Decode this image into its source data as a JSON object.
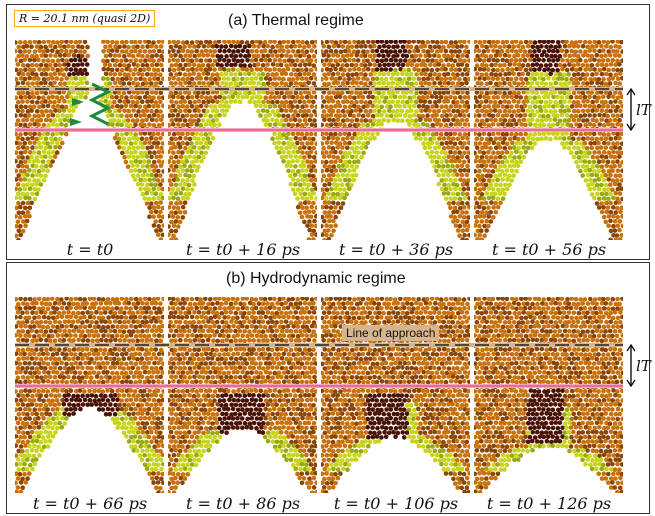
{
  "figure": {
    "radius_label": "R = 20.1 nm (quasi 2D)",
    "panel_a": {
      "title": "(a) Thermal regime",
      "times": [
        "t = t0",
        "t = t0 + 16 ps",
        "t = t0 + 36 ps",
        "t = t0 + 56 ps"
      ]
    },
    "panel_b": {
      "title": "(b) Hydrodynamic regime",
      "times": [
        "t = t0 + 66 ps",
        "t = t0 + 86 ps",
        "t = t0 + 106 ps",
        "t = t0 + 126 ps"
      ],
      "annotation": "Line of approach"
    },
    "thickness_label": "lT"
  },
  "colors": {
    "bulk": "#c8700a",
    "bulk_dark": "#8a4404",
    "core": "#4a1204",
    "shell": "#c8d41a",
    "dashed_line": "#d8b48c",
    "pink_line": "#e05a8c",
    "arrows": "#1e8a3c",
    "box_border": "#f5a623"
  }
}
